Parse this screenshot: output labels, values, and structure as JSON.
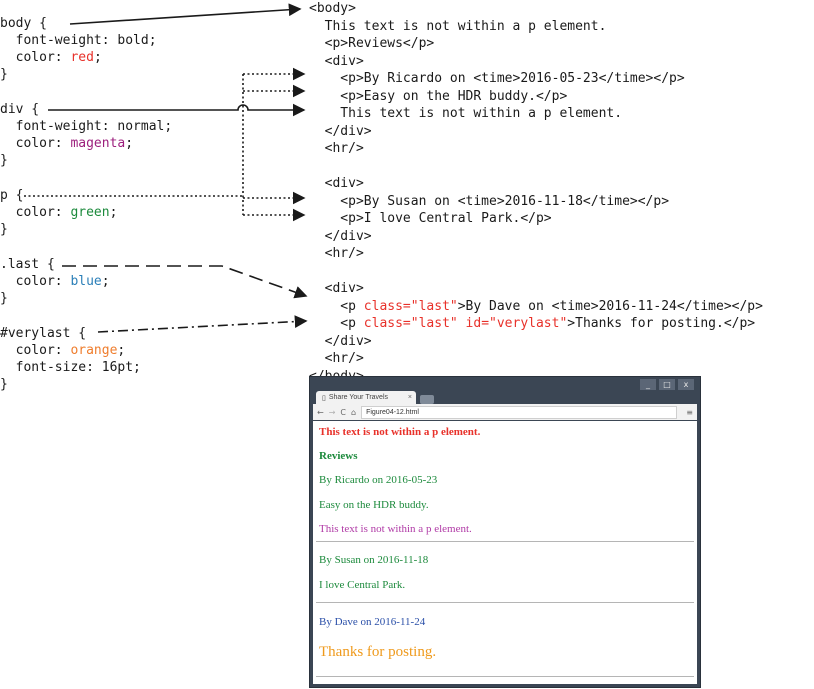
{
  "css_rules": [
    {
      "selector": "body {",
      "decls": [
        {
          "prop": "  font-weight: bold;",
          "pre": "",
          "val": "",
          "post": ""
        },
        {
          "prop": "",
          "pre": "  color: ",
          "val": "red",
          "post": ";"
        }
      ],
      "close": "}"
    },
    {
      "selector": "div {",
      "decls": [
        {
          "prop": "  font-weight: normal;",
          "pre": "",
          "val": "",
          "post": ""
        },
        {
          "prop": "",
          "pre": "  color: ",
          "val": "magenta",
          "post": ";"
        }
      ],
      "close": "}"
    },
    {
      "selector": "p {",
      "decls": [
        {
          "prop": "",
          "pre": "  color: ",
          "val": "green",
          "post": ";"
        }
      ],
      "close": "}"
    },
    {
      "selector": ".last {",
      "decls": [
        {
          "prop": "",
          "pre": "  color: ",
          "val": "blue",
          "post": ";"
        }
      ],
      "close": "}"
    },
    {
      "selector": "#verylast {",
      "decls": [
        {
          "prop": "",
          "pre": "  color: ",
          "val": "orange",
          "post": ";"
        },
        {
          "prop": "  font-size: 16pt;",
          "pre": "",
          "val": "",
          "post": ""
        }
      ],
      "close": "}"
    }
  ],
  "html_code": [
    "<body>",
    "  This text is not within a p element.",
    "  <p>Reviews</p>",
    "  <div>",
    "    <p>By Ricardo on <time>2016-05-23</time></p>",
    "    <p>Easy on the HDR buddy.</p>",
    "    This text is not within a p element.",
    "  </div>",
    "  <hr/>",
    "",
    "  <div>",
    "    <p>By Susan on <time>2016-11-18</time></p>",
    "    <p>I love Central Park.</p>",
    "  </div>",
    "  <hr/>",
    "",
    "  <div>",
    "    <p class=\"last\">By Dave on <time>2016-11-24</time></p>",
    "    <p class=\"last\" id=\"verylast\">Thanks for posting.</p>",
    "  </div>",
    "  <hr/>",
    "</body>"
  ],
  "html_special": {
    "line17": {
      "a": "    <p ",
      "b": "class=\"last\"",
      "c": ">By Dave on <time>2016-11-24</time></p>"
    },
    "line18": {
      "a": "    <p ",
      "b": "class=\"last\" id=\"verylast\"",
      "c": ">Thanks for posting.</p>"
    }
  },
  "browser": {
    "tab_title": "Share Your Travels",
    "tab_close": "×",
    "address": "Figure04-12.html",
    "win_min": "_",
    "win_max": "□",
    "win_close": "x",
    "nav_back": "←",
    "nav_forward": "→",
    "nav_reload": "C",
    "nav_home": "⌂",
    "menu": "≡",
    "rendered": [
      {
        "text": "This text is not within a p element.",
        "color": "#e8312a",
        "bold": true
      },
      {
        "text": "Reviews",
        "color": "#1c8a3c",
        "bold": true
      },
      {
        "text": "By Ricardo on 2016-05-23",
        "color": "#1c8a3c"
      },
      {
        "text": "Easy on the HDR buddy.",
        "color": "#1c8a3c"
      },
      {
        "text": "This text is not within a p element.",
        "color": "#b03aa6"
      },
      {
        "text": "By Susan on 2016-11-18",
        "color": "#1c8a3c"
      },
      {
        "text": "I love Central Park.",
        "color": "#1c8a3c"
      },
      {
        "text": "By Dave on 2016-11-24",
        "color": "#2a4fa8"
      },
      {
        "text": "Thanks for posting.",
        "color": "#ef9a1c",
        "large": true
      }
    ]
  },
  "colors": {
    "red": "#e8312a",
    "magenta": "#9c1f7d",
    "green": "#1c8a3c",
    "blue": "#2b7fb8",
    "orange": "#ef7d2d"
  }
}
